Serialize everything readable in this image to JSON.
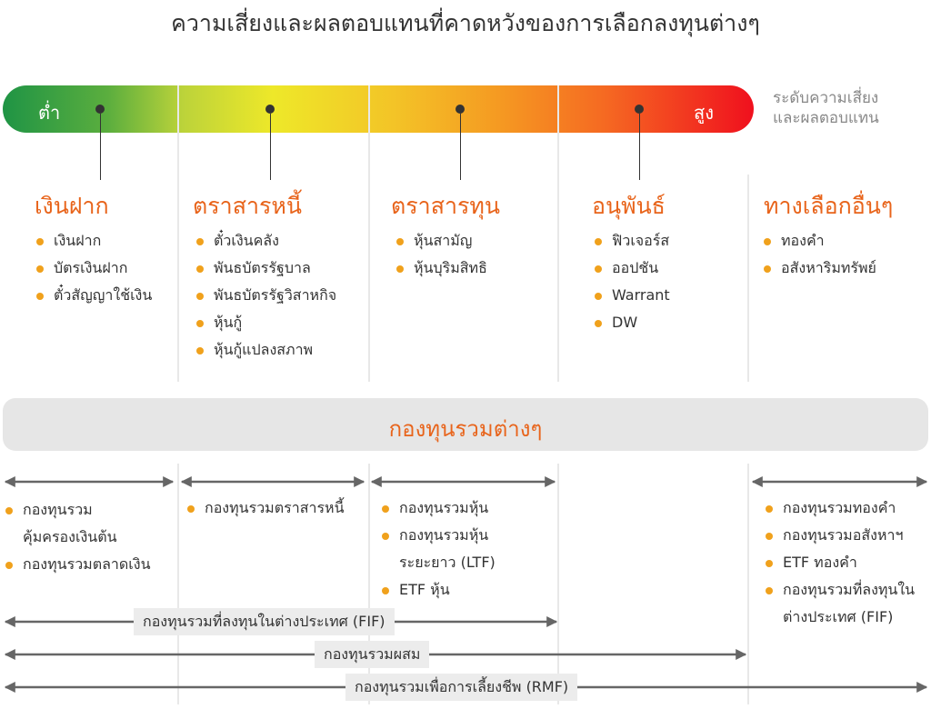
{
  "title": "ความเสี่ยงและผลตอบแทนที่คาดหวังของการเลือกลงทุนต่างๆ",
  "risk_bar": {
    "low_label": "ต่ำ",
    "high_label": "สูง",
    "side_label_line1": "ระดับความเสี่ยง",
    "side_label_line2": "และผลตอบแทน",
    "colors": [
      "#1f9445",
      "#eee829",
      "#f59a22",
      "#f0101e"
    ]
  },
  "categories": [
    {
      "title": "เงินฝาก",
      "items": [
        "เงินฝาก",
        "บัตรเงินฝาก",
        "ตั๋วสัญญาใช้เงิน"
      ]
    },
    {
      "title": "ตราสารหนี้",
      "items": [
        "ตั๋วเงินคลัง",
        "พันธบัตรรัฐบาล",
        "พันธบัตรรัฐวิสาหกิจ",
        "หุ้นกู้",
        "หุ้นกู้แปลงสภาพ"
      ]
    },
    {
      "title": "ตราสารทุน",
      "items": [
        "หุ้นสามัญ",
        "หุ้นบุริมสิทธิ"
      ]
    },
    {
      "title": "อนุพันธ์",
      "items": [
        "ฟิวเจอร์ส",
        "ออปชัน",
        "Warrant",
        "DW"
      ]
    },
    {
      "title": "ทางเลือกอื่นๆ",
      "items": [
        "ทองคำ",
        "อสังหาริมทรัพย์"
      ]
    }
  ],
  "funds_section": {
    "title": "กองทุนรวมต่างๆ",
    "groups": [
      [
        "กองทุนรวมคุ้มครองเงินต้น",
        "กองทุนรวมตลาดเงิน"
      ],
      [
        "กองทุนรวมตราสารหนี้"
      ],
      [
        "กองทุนรวมหุ้น",
        "กองทุนรวมหุ้นระยะยาว (LTF)",
        "ETF หุ้น"
      ],
      [
        "กองทุนรวมทองคำ",
        "กองทุนรวมอสังหาฯ",
        "ETF ทองคำ",
        "กองทุนรวมที่ลงทุนในต่างประเทศ (FIF)"
      ]
    ],
    "spans": [
      {
        "label": "กองทุนรวมที่ลงทุนในต่างประเทศ (FIF)"
      },
      {
        "label": "กองทุนรวมผสม"
      },
      {
        "label": "กองทุนรวมเพื่อการเลี้ยงชีพ (RMF)"
      }
    ]
  },
  "colors": {
    "accent": "#e8641b",
    "bullet": "#f0a11c",
    "band": "#e6e6e6"
  }
}
